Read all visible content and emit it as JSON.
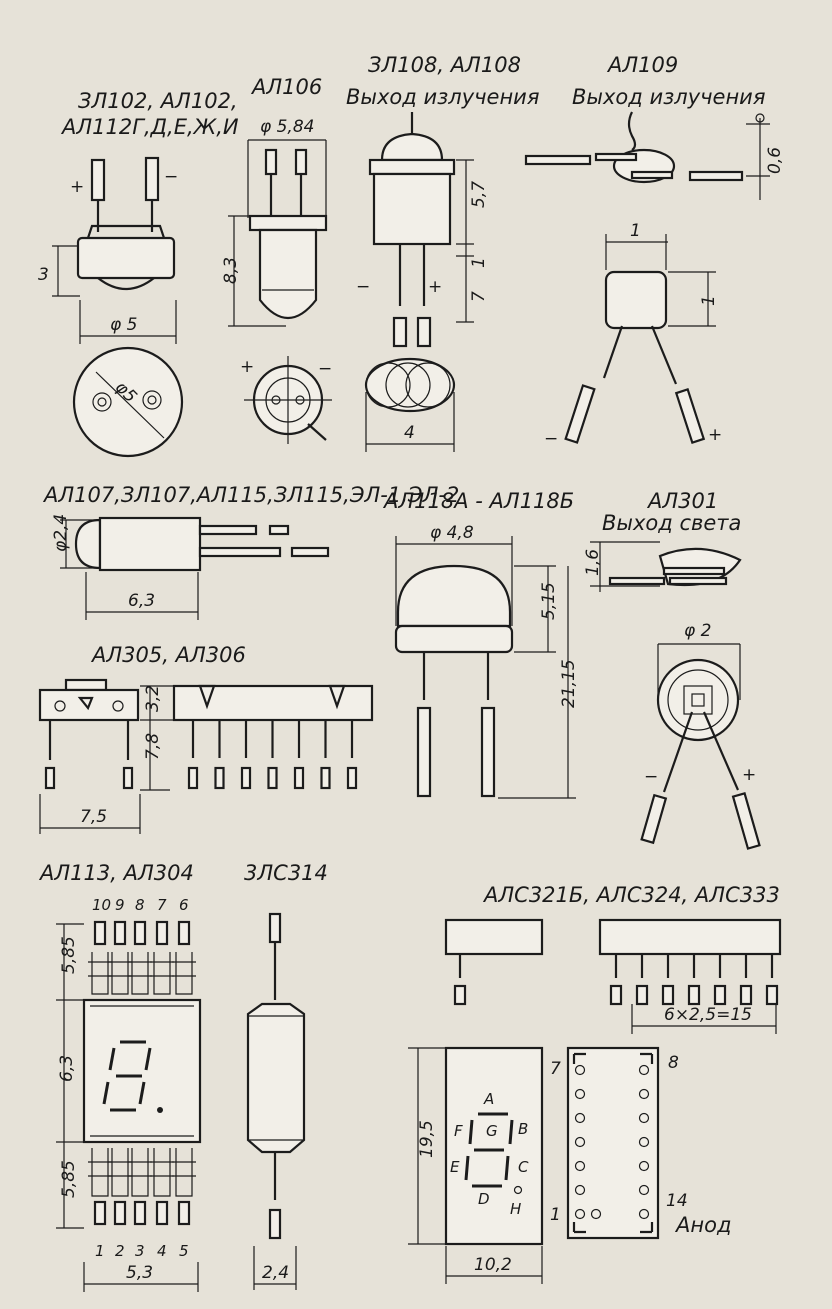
{
  "titles": {
    "al102": "ЗЛ102, АЛ102,",
    "al102b": "АЛ112Г,Д,Е,Ж,И",
    "al106": "АЛ106",
    "zl108": "ЗЛ108, АЛ108",
    "zl108_out": "Выход излучения",
    "al109": "АЛ109",
    "al109_out": "Выход излучения",
    "al107": "АЛ107,ЗЛ107,АЛ115,ЗЛ115,ЭЛ-1,ЭЛ-2",
    "al118": "АЛ118А - АЛ118Б",
    "al301": "АЛ301",
    "al301_out": "Выход света",
    "al305": "АЛ305, АЛ306",
    "al113": "АЛ113, АЛ304",
    "zls314": "3ЛС314",
    "als321": "АЛС321Б, АЛС324, АЛС333"
  },
  "dims": {
    "d_3": "3",
    "d_phi5": "φ 5",
    "d_phi5_circle": "φ5",
    "d_phi584": "φ 5,84",
    "d_83": "8,3",
    "d_57": "5,7",
    "d_1a": "1",
    "d_7": "7",
    "d_4": "4",
    "d_06": "0,6",
    "d_1b": "1",
    "d_1c": "1",
    "d_phi24": "φ2,4",
    "d_63a": "6,3",
    "d_phi48": "φ 4,8",
    "d_515": "5,15",
    "d_2115": "21,15",
    "d_16": "1,6",
    "d_phi2": "φ 2",
    "d_32": "3,2",
    "d_78": "7,8",
    "d_75": "7,5",
    "d_585a": "5,85",
    "d_63b": "6,3",
    "d_585b": "5,85",
    "d_53": "5,3",
    "d_24": "2,4",
    "d_6x25": "6×2,5=15",
    "d_195": "19,5",
    "d_102": "10,2"
  },
  "polarity": {
    "plus": "+",
    "minus": "−"
  },
  "al113_pins_top": [
    "10",
    "9",
    "8",
    "7",
    "6"
  ],
  "al113_pins_bottom": [
    "1",
    "2",
    "3",
    "4",
    "5"
  ],
  "als321_segments": {
    "A": "A",
    "B": "B",
    "C": "C",
    "E": "E",
    "F": "F",
    "G": "G",
    "D": "D",
    "H": "H"
  },
  "als321_pins": {
    "p7": "7",
    "p8": "8",
    "p1": "1",
    "p14": "14",
    "anode": "Анод"
  }
}
